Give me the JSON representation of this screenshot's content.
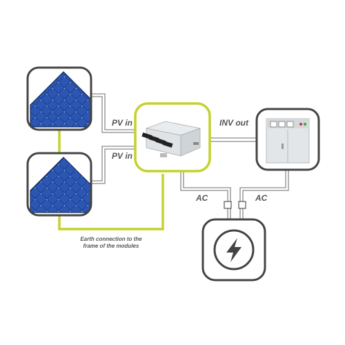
{
  "labels": {
    "pv_in_top": "PV in",
    "pv_in_bottom": "PV in",
    "inv_out": "INV out",
    "ac_left": "AC",
    "ac_right": "AC",
    "earth_line1": "Earth connection to the",
    "earth_line2": "frame of the modules"
  },
  "icons": {
    "solar_panel_top": "solar-panel-icon",
    "solar_panel_bottom": "solar-panel-icon",
    "junction_box": "junction-box-icon",
    "inverter": "inverter-cabinet-icon",
    "grid": "lightning-bolt-icon"
  },
  "colors": {
    "accent": "#c4d22a",
    "frame": "#444444",
    "cable": "#8a8a8a",
    "panel_blue": "#1f3f8f",
    "text": "#555555"
  }
}
